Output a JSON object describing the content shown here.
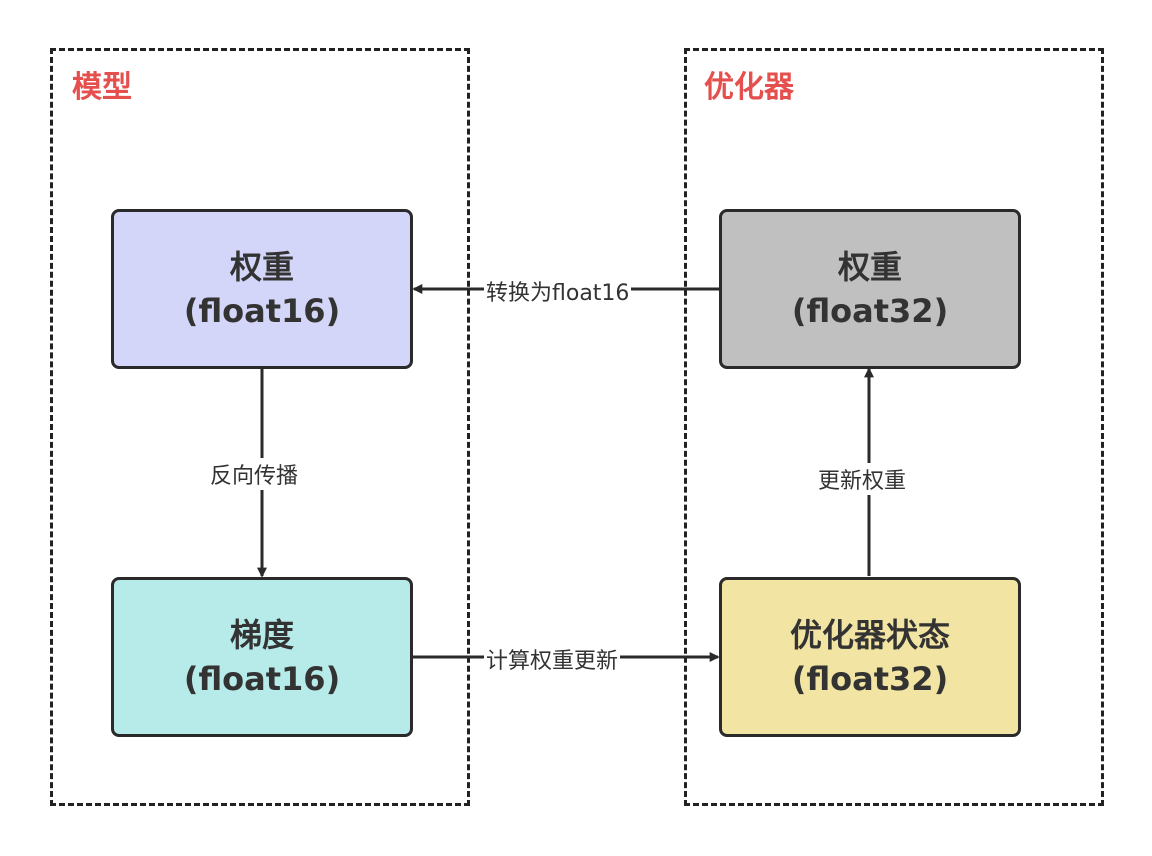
{
  "groups": {
    "model": {
      "title": "模型"
    },
    "optimizer": {
      "title": "优化器"
    }
  },
  "nodes": {
    "weights_fp16": {
      "line1": "权重",
      "line2": "(float16)",
      "fill": "#d3d6f8"
    },
    "grads_fp16": {
      "line1": "梯度",
      "line2": "(float16)",
      "fill": "#b7ebea"
    },
    "weights_fp32": {
      "line1": "权重",
      "line2": "(float32)",
      "fill": "#c0c0c0"
    },
    "optim_state_fp32": {
      "line1": "优化器状态",
      "line2": "(float32)",
      "fill": "#f2e4a2"
    }
  },
  "edges": {
    "convert": "转换为float16",
    "backprop": "反向传播",
    "compute_update": "计算权重更新",
    "update_weights": "更新权重"
  },
  "colors": {
    "group_title": "#e5504f",
    "stroke": "#2a2a2a"
  }
}
